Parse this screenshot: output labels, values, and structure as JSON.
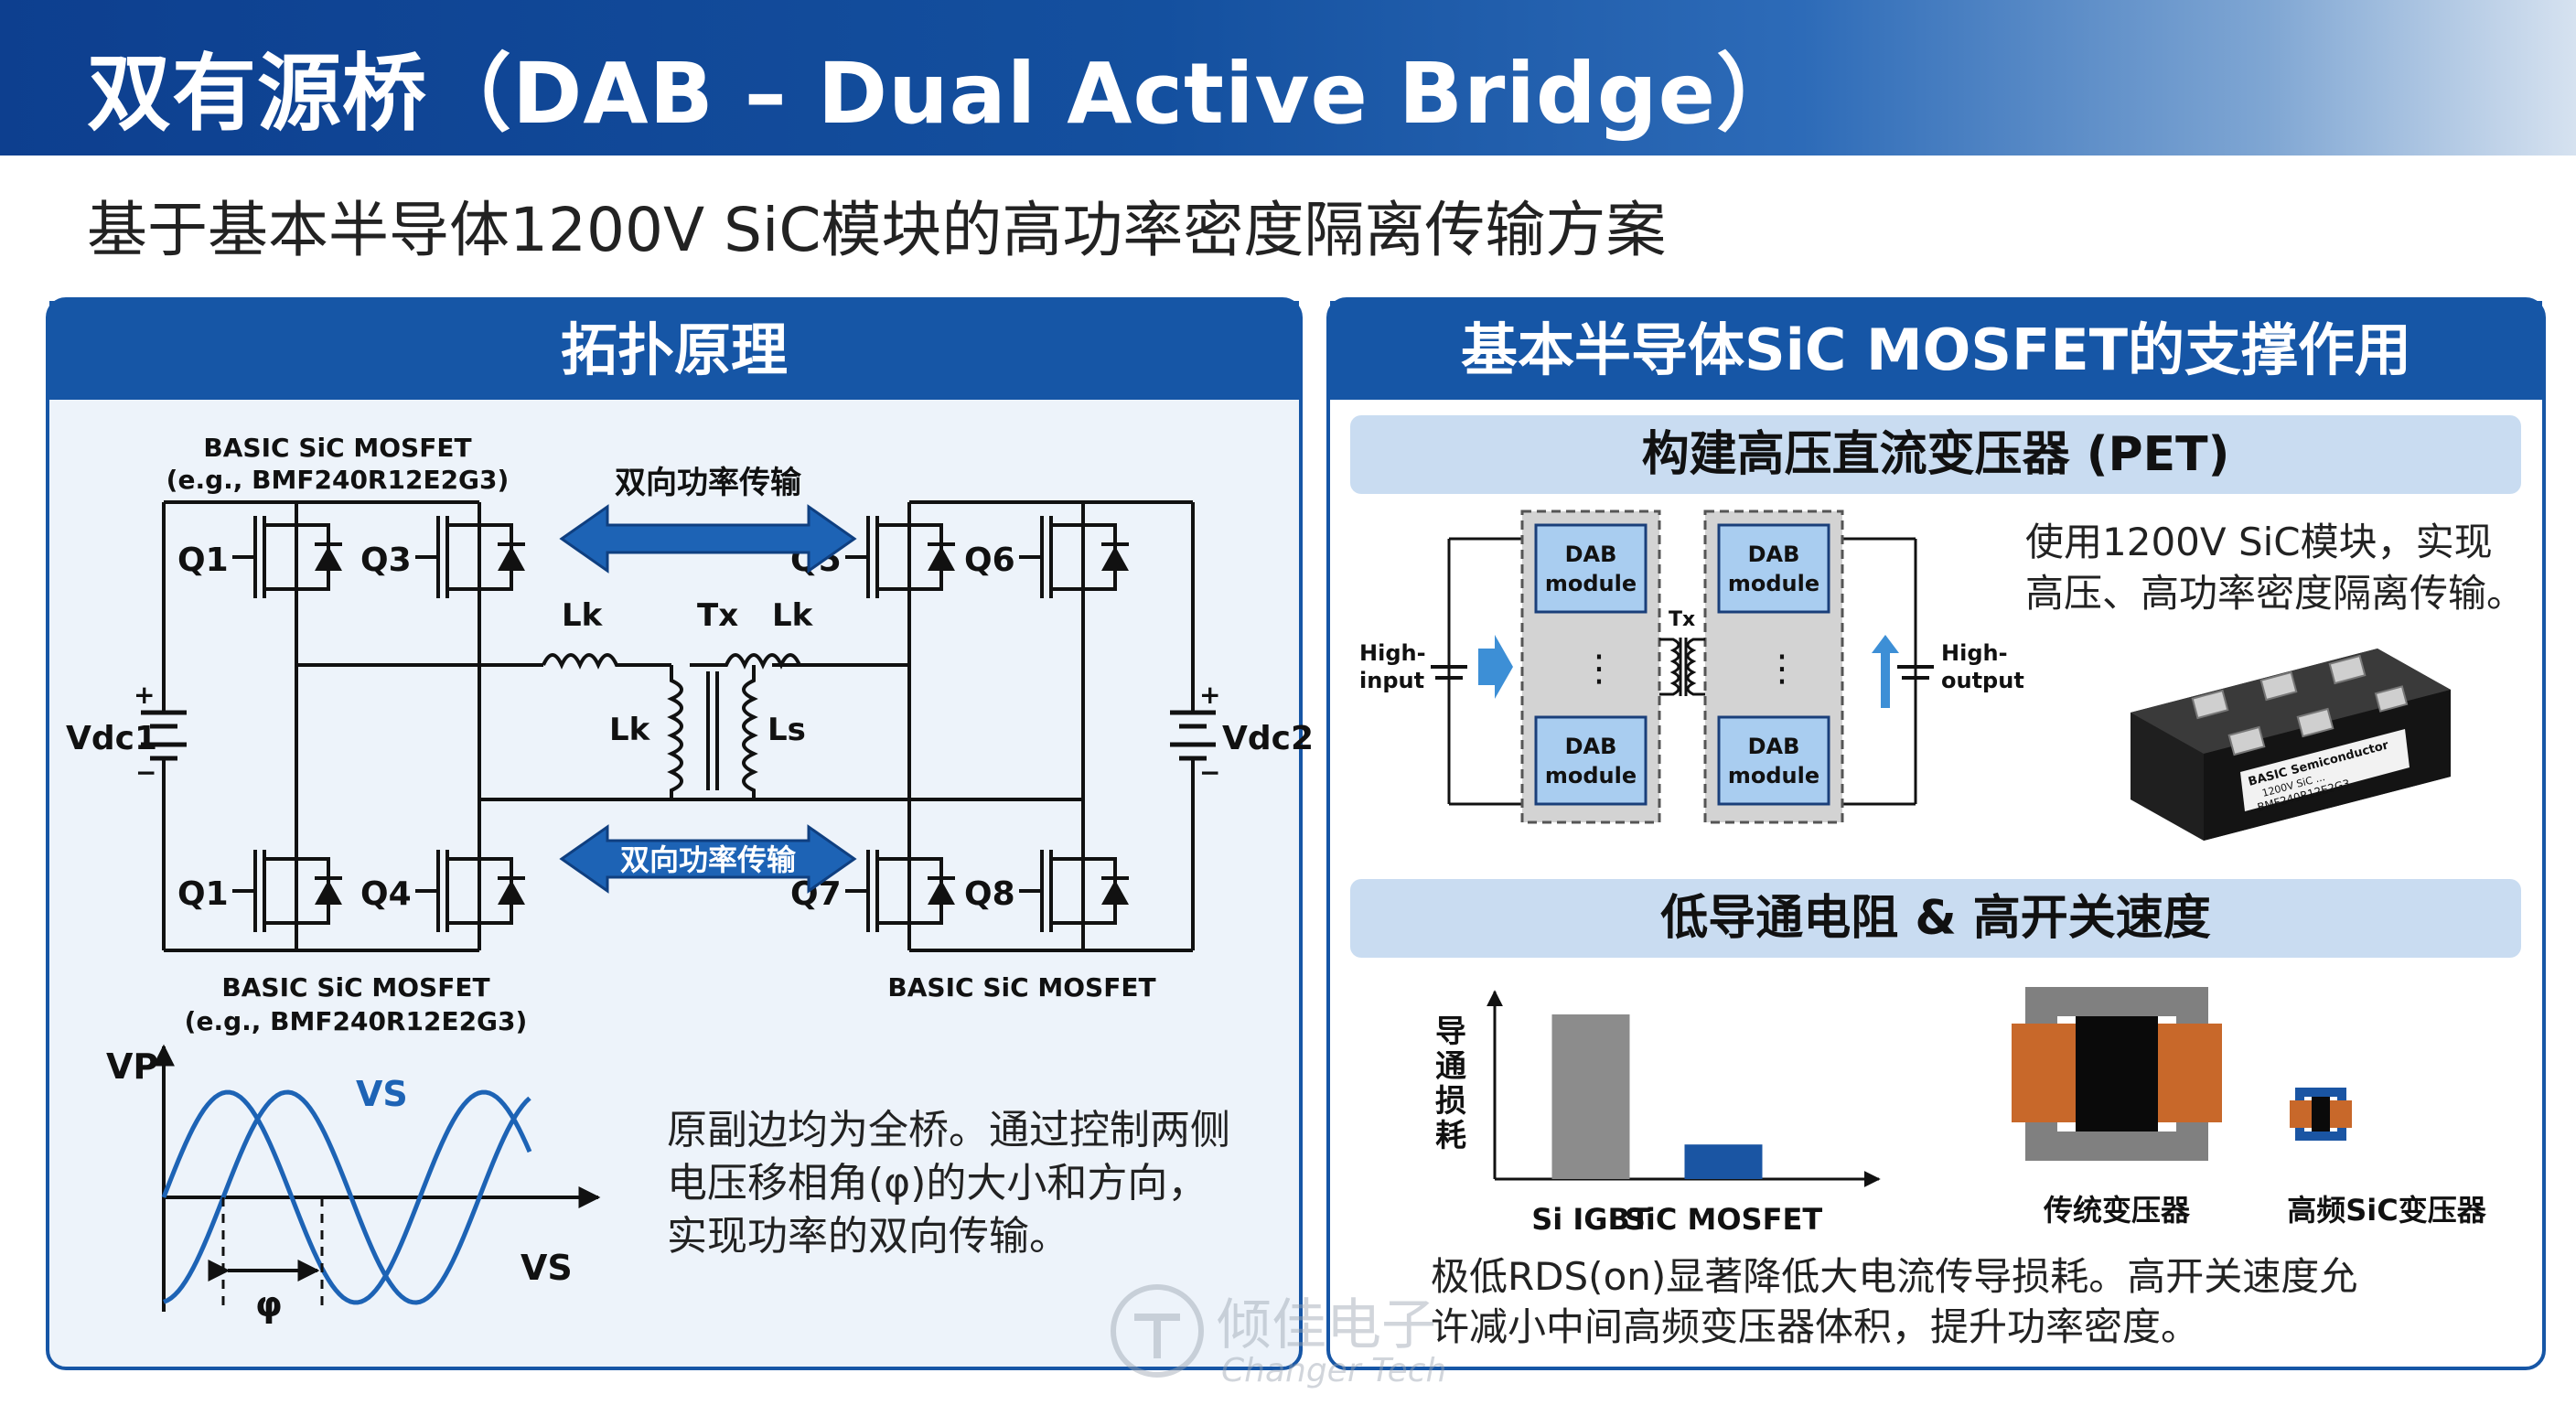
{
  "header": {
    "title": "双有源桥（DAB – Dual Active Bridge）",
    "subtitle": "基于基本半导体1200V SiC模块的高功率密度隔离传输方案"
  },
  "left_panel": {
    "title": "拓扑原理",
    "circuit": {
      "top_module_line1": "BASIC SiC MOSFET",
      "top_module_line2": "(e.g., BMF240R12E2G3)",
      "bottom_left_line1": "BASIC SiC MOSFET",
      "bottom_left_line2": "(e.g., BMF240R12E2G3)",
      "bottom_right_line1": "BASIC SiC MOSFET",
      "arrow_top_label": "双向功率传输",
      "arrow_bottom_label": "双向功率传输",
      "switches": [
        "Q1",
        "Q3",
        "Q5",
        "Q6",
        "Q1",
        "Q4",
        "Q7",
        "Q8"
      ],
      "vdc1": "Vdc1",
      "vdc2": "Vdc2",
      "lk_left": "Lk",
      "lk_right": "Lk",
      "tx": "Tx",
      "lk_mag": "Lk",
      "ls": "Ls",
      "plus": "+",
      "minus": "−"
    },
    "waveform": {
      "vp_label": "VP",
      "vs_label_top": "VS",
      "vs_label_bottom": "VS",
      "phi_label": "φ"
    },
    "description": [
      "原副边均为全桥。通过控制两侧",
      "电压移相角(φ)的大小和方向，",
      "实现功率的双向传输。"
    ]
  },
  "right_panel": {
    "title": "基本半导体SiC MOSFET的支撑作用",
    "section1": {
      "title": "构建高压直流变压器 (PET)",
      "high_input": [
        "High-",
        "input"
      ],
      "high_output": [
        "High-",
        "output"
      ],
      "dab_module": [
        "DAB",
        "module"
      ],
      "tx": "Tx",
      "ellipsis": "⋮",
      "description": [
        "使用1200V SiC模块，实现",
        "高压、高功率密度隔离传输。"
      ],
      "module_label": [
        "BASIC Semiconductor",
        "1200V SiC ... ",
        "BMF240R12E2G3"
      ]
    },
    "section2": {
      "title": "低导通电阻 & 高开关速度",
      "y_label": [
        "导",
        "通",
        "损",
        "耗"
      ],
      "colors": {
        "si_igbt": "#8c8c8c",
        "sic_mosfet": "#1a55a3"
      },
      "transformer_labels": [
        "传统变压器",
        "高频SiC变压器"
      ],
      "description": [
        "极低RDS(on)显著降低大电流传导损耗。高开关速度允",
        "许减小中间高频变压器体积，提升功率密度。"
      ]
    }
  },
  "chart_data": {
    "type": "bar",
    "categories": [
      "Si IGBT",
      "SiC MOSFET"
    ],
    "values": [
      100,
      21
    ],
    "title": "",
    "xlabel": "",
    "ylabel": "导通损耗",
    "ylim": [
      0,
      100
    ],
    "colors": [
      "#8c8c8c",
      "#1a55a3"
    ]
  },
  "watermark": {
    "text": "倾佳电子",
    "subtext": "Changer Tech"
  }
}
